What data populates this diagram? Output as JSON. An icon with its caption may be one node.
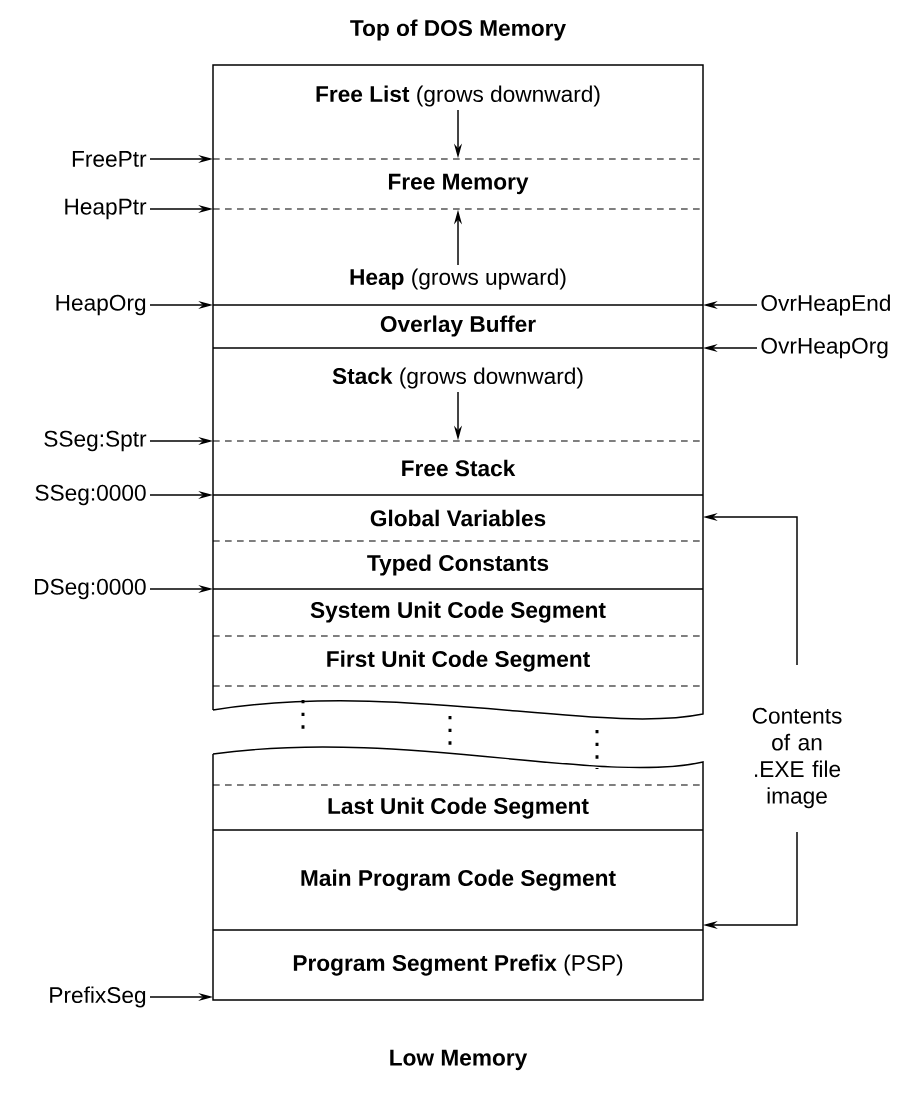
{
  "diagram": {
    "nodes": [
      {
        "text": [
          "**Free List** (grows downward)"
        ]
      },
      {
        "text": [
          "Free Memory"
        ]
      },
      {
        "text": [
          "**Heap** (grows upward)"
        ]
      },
      {
        "text": [
          "Overlay Buffer"
        ]
      },
      {
        "text": [
          "**Stack** (grows downward)"
        ]
      },
      {
        "text": [
          "Free Stack"
        ]
      },
      {
        "text": [
          "Global Variables"
        ]
      },
      {
        "text": [
          "Typed Constants"
        ]
      },
      {
        "text": [
          "System Unit Code Segment"
        ]
      },
      {
        "text": [
          "First Unit Code Segment"
        ]
      },
      {
        "text": [
          "Last Unit Code Segment"
        ]
      },
      {
        "text": [
          "Main Program Code Segment"
        ]
      },
      {
        "text": [
          "**Program Segment Prefix** (PSP)"
        ]
      },
      {
        "text": [
          "FreePtr"
        ]
      },
      {
        "text": [
          "HeapPtr"
        ]
      },
      {
        "text": [
          "HeapOrg"
        ]
      },
      {
        "text": [
          "OvrHeapEnd"
        ]
      },
      {
        "text": [
          "OvrHeapOrg"
        ]
      },
      {
        "text": [
          "SSeg:Sptr"
        ]
      },
      {
        "text": [
          "SSeg:0000"
        ]
      },
      {
        "text": [
          "DSeg:0000"
        ]
      },
      {
        "text": [
          "PrefixSeg"
        ]
      },
      {
        "text": [
          "Contents of an .EXE file image"
        ]
      }
    ],
    "edges": [
      {
        "from": 13,
        "to": null,
        "arrow": "to"
      },
      {
        "from": 14,
        "to": null,
        "arrow": "to"
      },
      {
        "from": 15,
        "to": null,
        "arrow": "to"
      },
      {
        "from": 16,
        "to": null,
        "arrow": "to"
      },
      {
        "from": 17,
        "to": null,
        "arrow": "to"
      },
      {
        "from": 18,
        "to": null,
        "arrow": "to"
      },
      {
        "from": 19,
        "to": null,
        "arrow": "to"
      },
      {
        "from": 20,
        "to": null,
        "arrow": "to"
      },
      {
        "from": 21,
        "to": null,
        "arrow": "to"
      },
      {
        "from": 22,
        "to": null,
        "arrow": "to"
      },
      {
        "from": 22,
        "to": null,
        "arrow": "to"
      },
      {
        "from": 0,
        "to": 1,
        "arrow": "to"
      },
      {
        "from": 2,
        "to": 1,
        "arrow": "to"
      },
      {
        "from": 4,
        "to": 5,
        "arrow": "to"
      }
    ],
    "labels": [
      "Top of DOS Memory",
      "Low Memory"
    ]
  }
}
